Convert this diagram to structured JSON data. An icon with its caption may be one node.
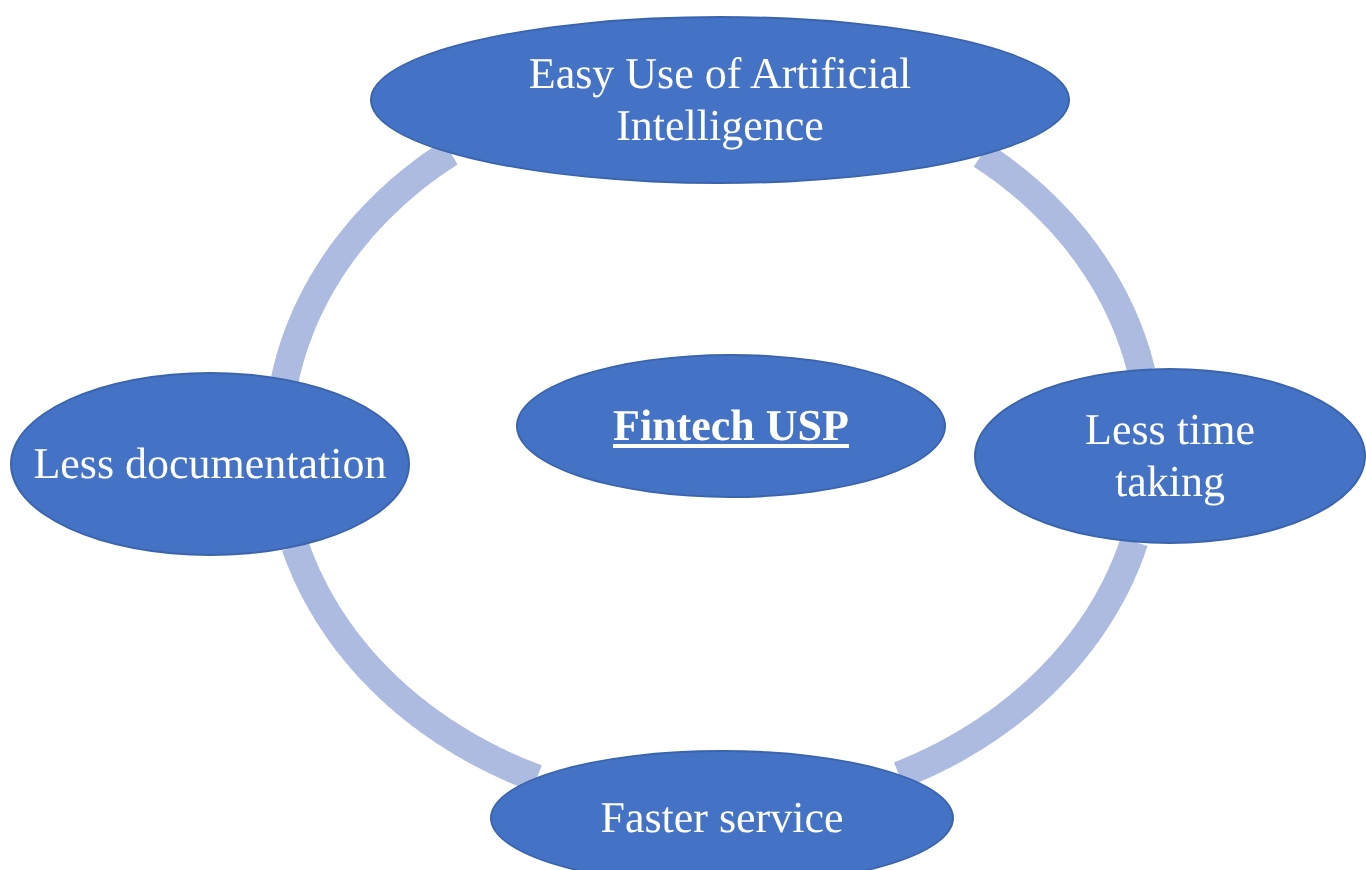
{
  "diagram": {
    "nodes": [
      {
        "text": [
          "Easy Use of Artificial Intelligence"
        ]
      },
      {
        "text": [
          "Less documentation"
        ]
      },
      {
        "text": [
          "Fintech USP"
        ]
      },
      {
        "text": [
          "Less time taking"
        ]
      },
      {
        "text": [
          "Faster service"
        ]
      }
    ],
    "edges": [
      {
        "from": 0,
        "to": 3,
        "arrow": "none"
      },
      {
        "from": 3,
        "to": 4,
        "arrow": "none"
      },
      {
        "from": 4,
        "to": 1,
        "arrow": "none"
      },
      {
        "from": 1,
        "to": 0,
        "arrow": "none"
      }
    ]
  }
}
